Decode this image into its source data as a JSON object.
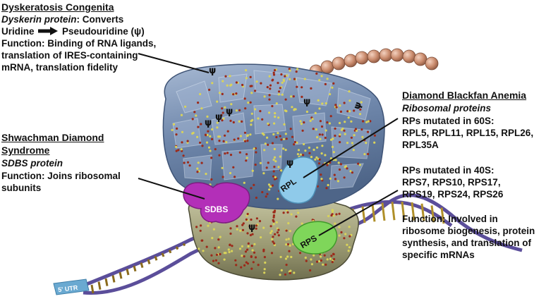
{
  "dyskeratosis": {
    "title": "Dyskeratosis Congenita",
    "protein": "Dyskerin protein",
    "converts": ": Converts",
    "uridine": "Uridine",
    "pseudouridine": "Pseudouridine (ψ)",
    "function_lines": [
      "Function: Binding of RNA ligands,",
      "translation of IRES-containing",
      "mRNA, translation fidelity"
    ]
  },
  "shwachman": {
    "title_lines": [
      "Shwachman Diamond",
      "Syndrome"
    ],
    "protein": "SDBS protein",
    "function_lines": [
      "Function: Joins ribosomal",
      "subunits"
    ]
  },
  "diamond_blackfan": {
    "title": "Diamond Blackfan Anemia",
    "protein": "Ribosomal proteins",
    "rp60_lines": [
      "RPs mutated in 60S:",
      "RPL5, RPL11, RPL15, RPL26,",
      "RPL35A"
    ],
    "rp40_lines": [
      "RPs mutated in 40S:",
      "RPS7, RPS10, RPS17,",
      "RPS19, RPS24, RPS26"
    ],
    "function_lines": [
      "Function: Involved in",
      "ribosome biogenesis, protein",
      "synthesis, and  translation of",
      "specific mRNAs"
    ]
  },
  "labels": {
    "sdbs": "SDBS",
    "rpl": "RPL",
    "rps": "RPS",
    "utr": "5' UTR",
    "psi": "ψ"
  },
  "colors": {
    "large_subunit": "#7f97b8",
    "small_subunit": "#a9a882",
    "sdbs": "#b32fb8",
    "rpl": "#8fcaea",
    "rps": "#7fd65a",
    "mrna": "#5b4e9a",
    "beads": "#c98a6c",
    "utr": "#6aa9d1"
  }
}
